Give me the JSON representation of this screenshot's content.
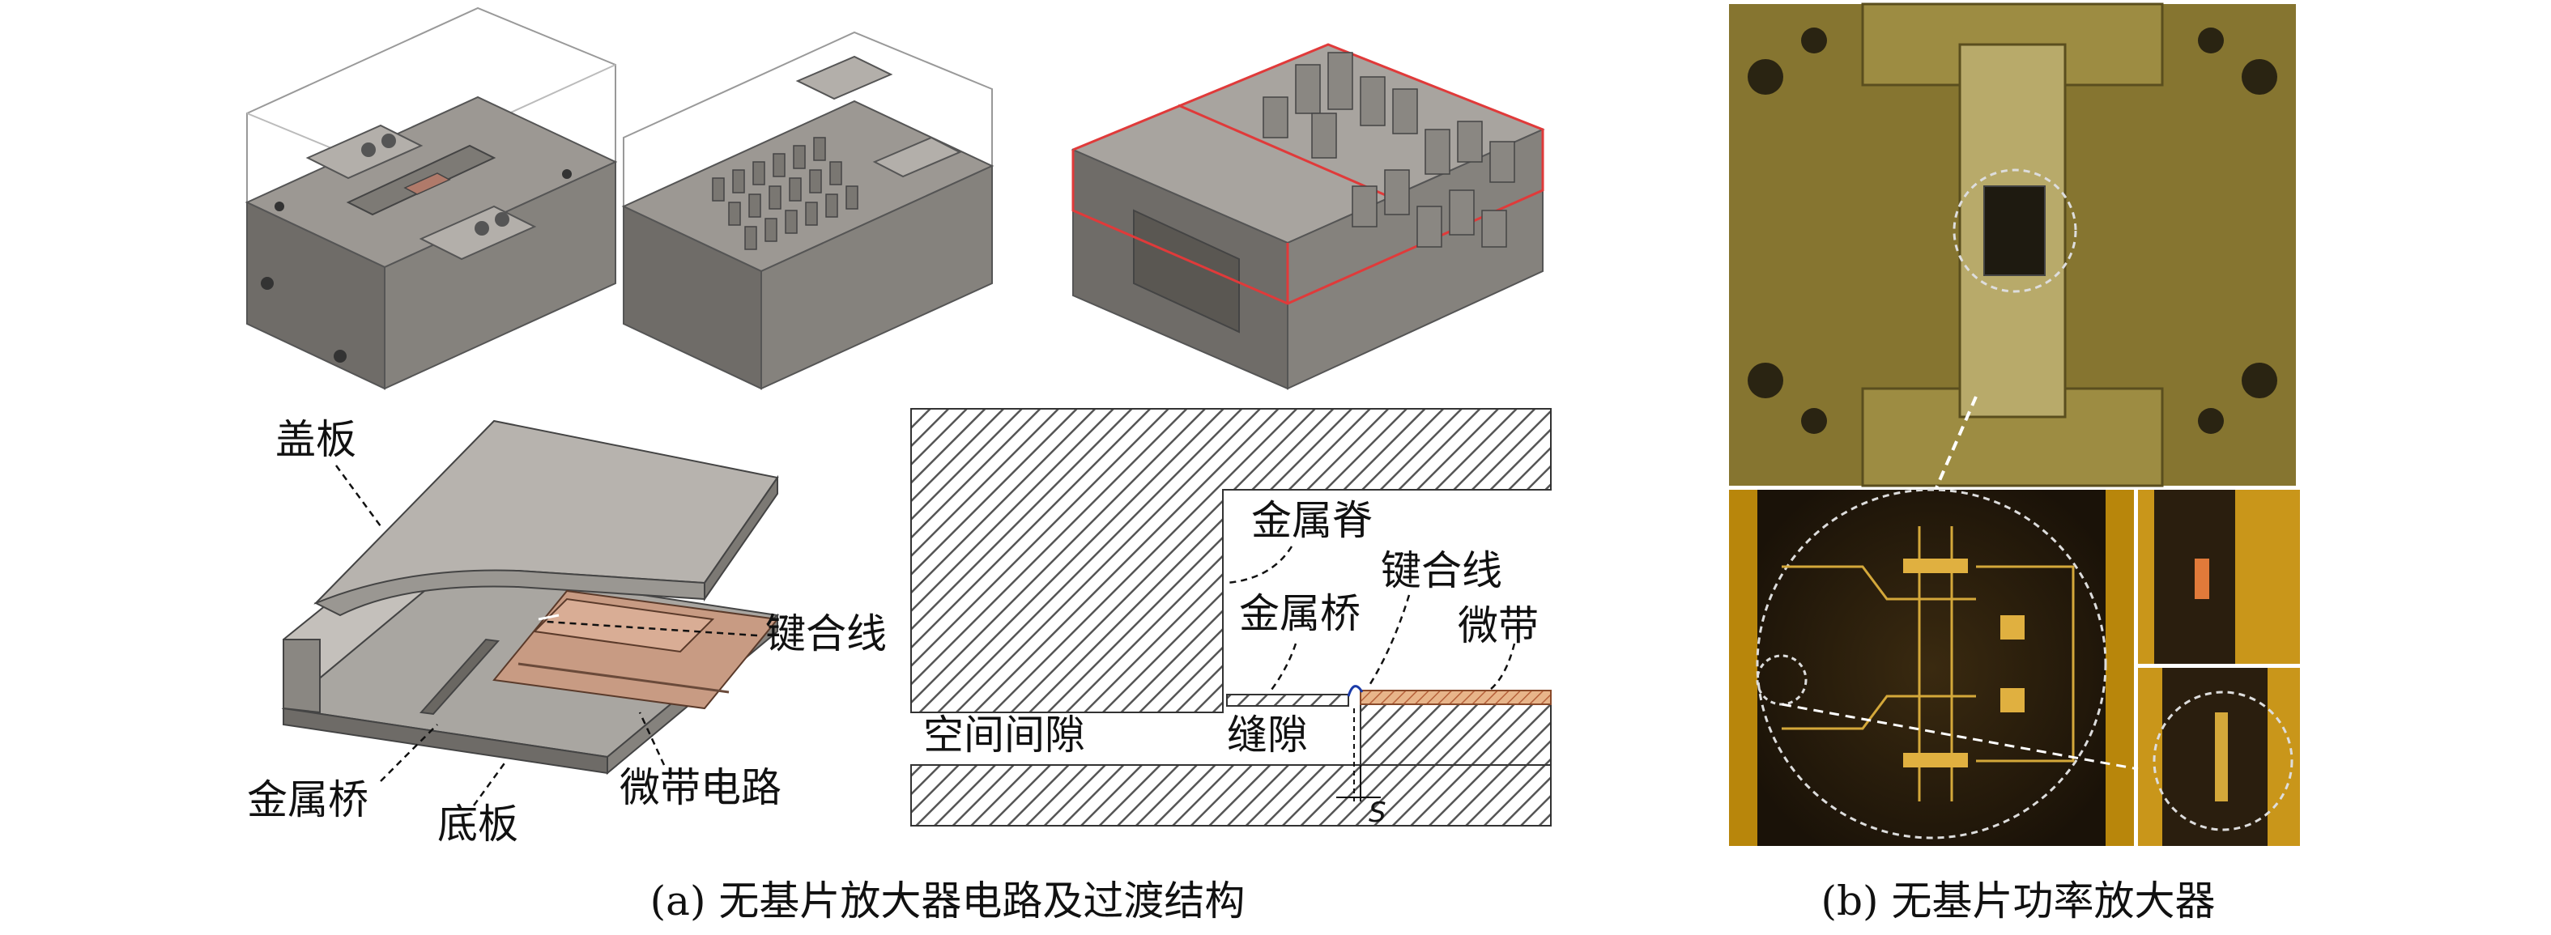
{
  "panel_a": {
    "labels": {
      "cover_plate": "盖板",
      "bond_wire": "键合线",
      "metal_bridge": "金属桥",
      "base_plate": "底板",
      "microstrip_circuit": "微带电路"
    },
    "section_labels": {
      "metal_ridge": "金属脊",
      "bond_wire": "键合线",
      "metal_bridge": "金属桥",
      "microstrip": "微带",
      "air_gap": "空间间隙",
      "slot": "缝隙",
      "s_symbol": "S"
    },
    "caption": "(a) 无基片放大器电路及过渡结构"
  },
  "panel_b": {
    "caption": "(b) 无基片功率放大器"
  },
  "colors": {
    "metal_gray": "#8f8c87",
    "metal_dark": "#5f5c58",
    "metal_light": "#bdb9b3",
    "copper": "#c89b83",
    "gold": "#9a8a3a",
    "outline_red": "#e03a3a",
    "hatch": "#555555"
  }
}
